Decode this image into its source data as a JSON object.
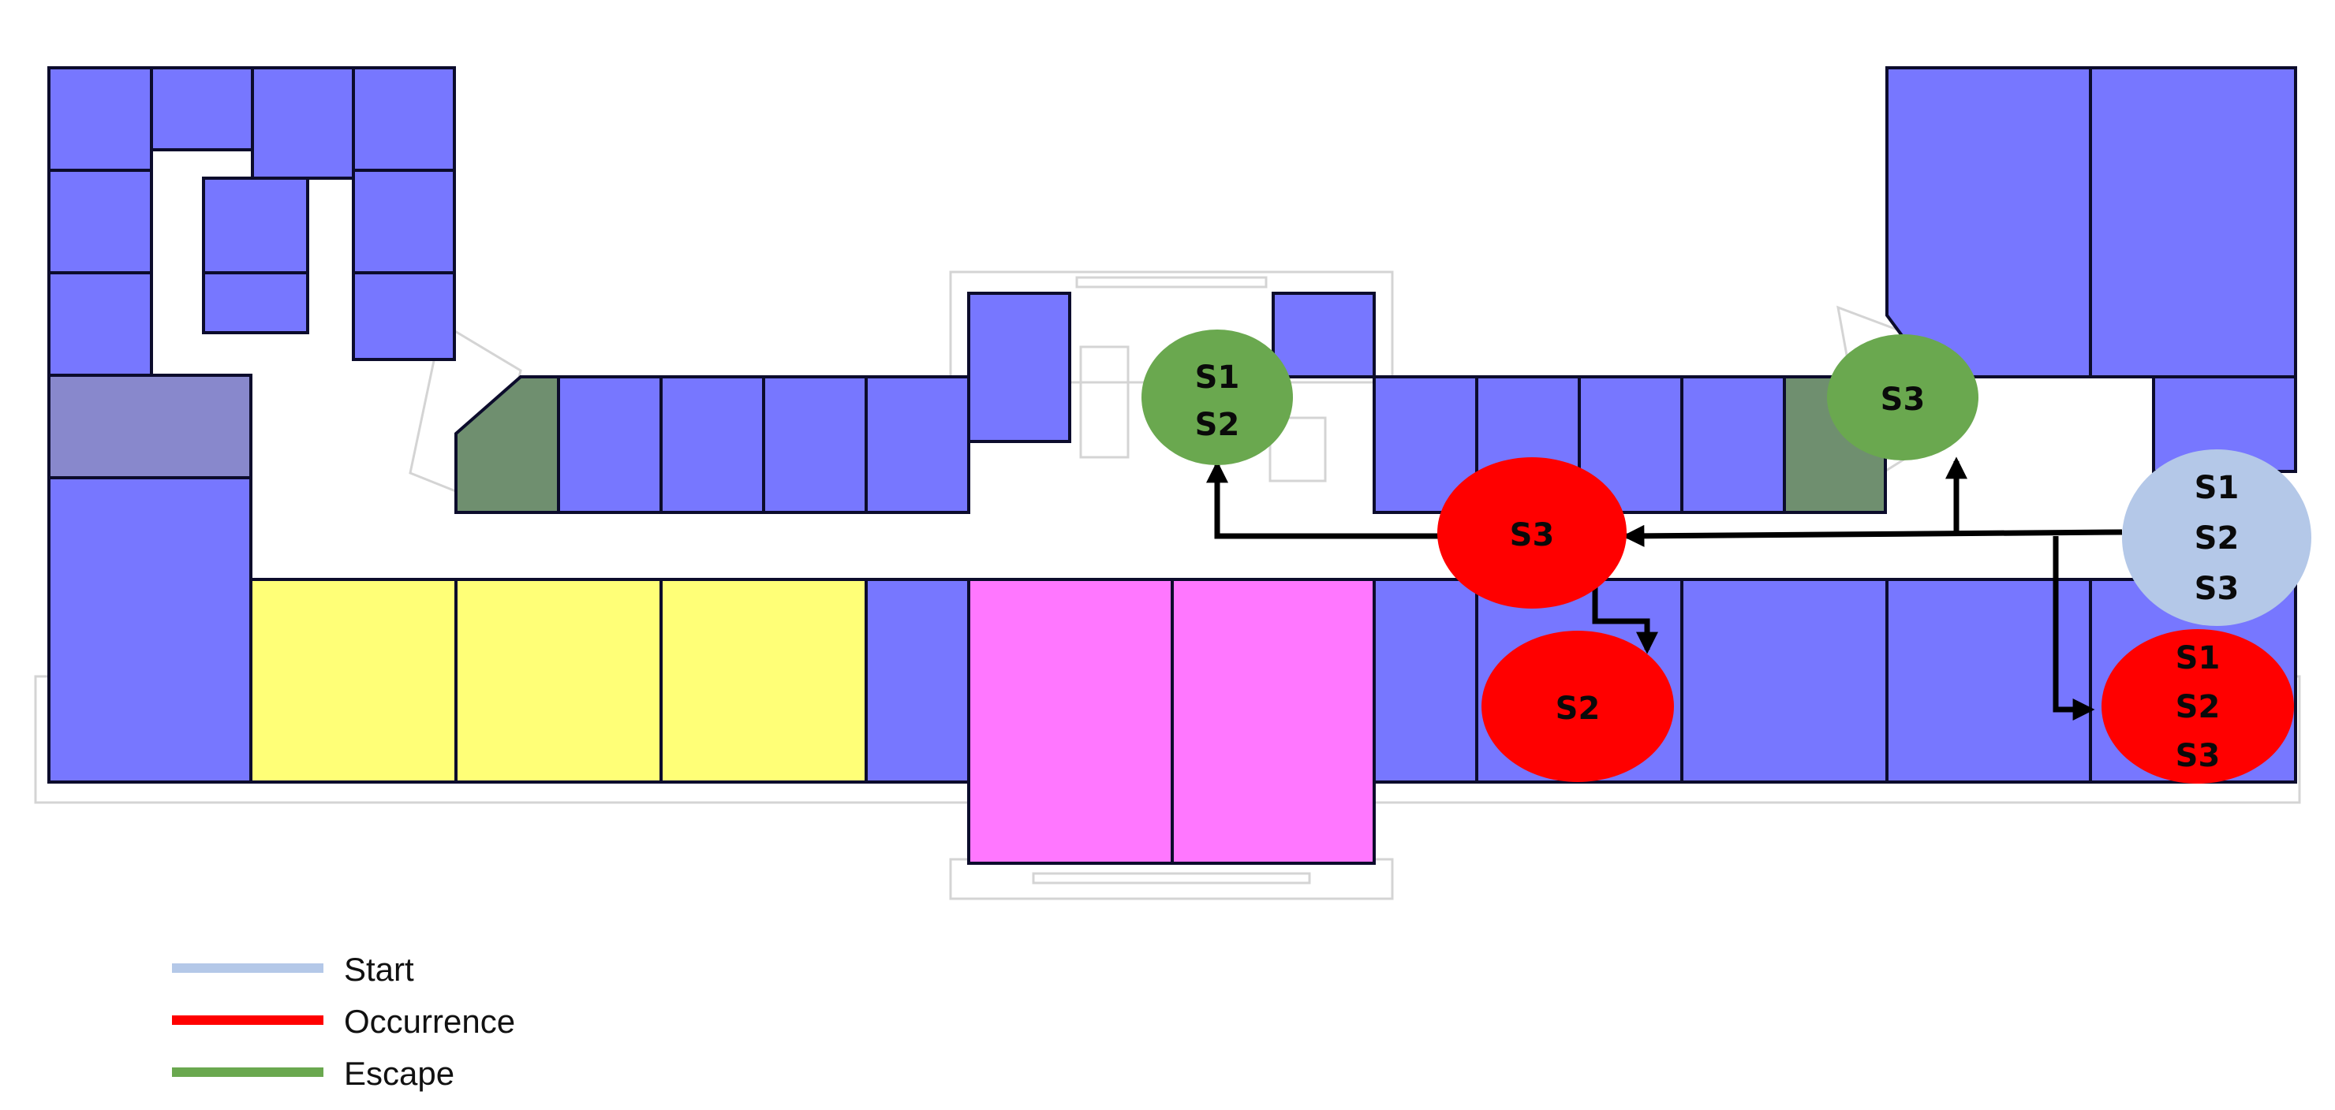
{
  "colors": {
    "room": "#7777ff",
    "room_dark": "#5d5dd9",
    "start": "#b4c8e8",
    "occurrence": "#ff0000",
    "escape": "#6aa84f",
    "stair_zone": "#6f8f6f",
    "yellow_zone": "#ffff77",
    "magenta_zone": "#ff77ff",
    "gray_room": "#8888cc"
  },
  "nodes": [
    {
      "id": "start-node",
      "role": "start",
      "lines": [
        "S1",
        "S2",
        "S3"
      ]
    },
    {
      "id": "escape-west",
      "role": "escape",
      "lines": [
        "S1",
        "S2"
      ]
    },
    {
      "id": "escape-east",
      "role": "escape",
      "lines": [
        "S3"
      ]
    },
    {
      "id": "occurrence-center",
      "role": "occurrence",
      "lines": [
        "S3"
      ]
    },
    {
      "id": "occurrence-south",
      "role": "occurrence",
      "lines": [
        "S2"
      ]
    },
    {
      "id": "occurrence-east",
      "role": "occurrence",
      "lines": [
        "S1",
        "S2",
        "S3"
      ]
    }
  ],
  "legend": [
    {
      "label": "Start",
      "color": "#b4c8e8"
    },
    {
      "label": "Occurrence",
      "color": "#ff0000"
    },
    {
      "label": "Escape",
      "color": "#6aa84f"
    }
  ]
}
